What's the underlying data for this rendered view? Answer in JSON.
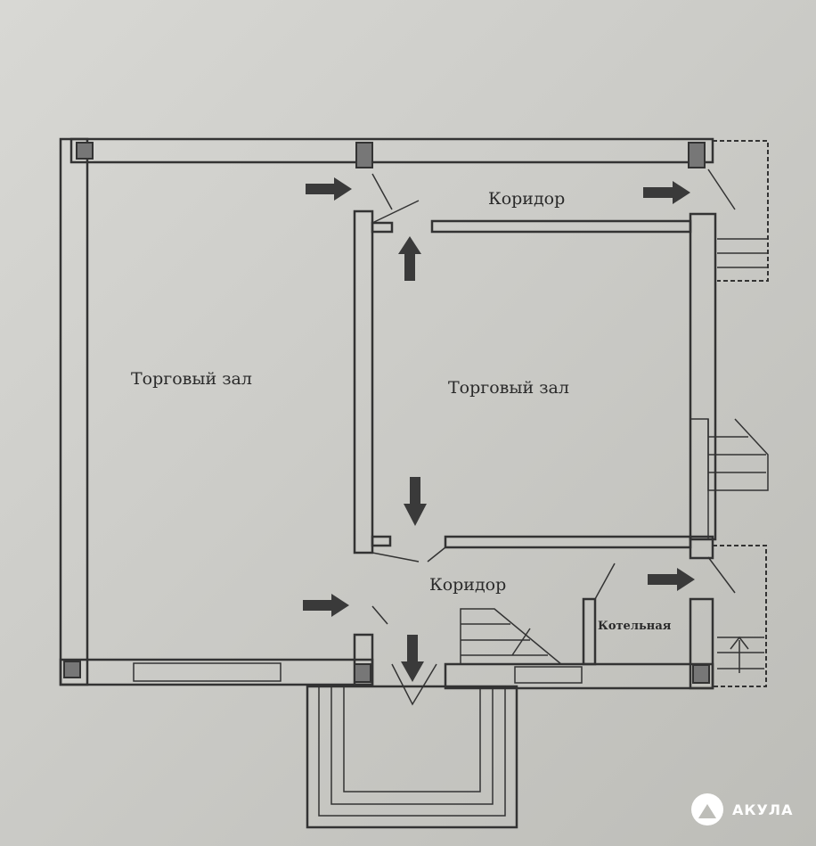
{
  "plan": {
    "rooms": [
      {
        "label": "Торговый зал"
      },
      {
        "label": "Торговый зал"
      },
      {
        "label": "Коридор"
      },
      {
        "label": "Коридор"
      },
      {
        "label": "Котельная"
      }
    ]
  },
  "watermark": {
    "text": "АКУЛА"
  }
}
